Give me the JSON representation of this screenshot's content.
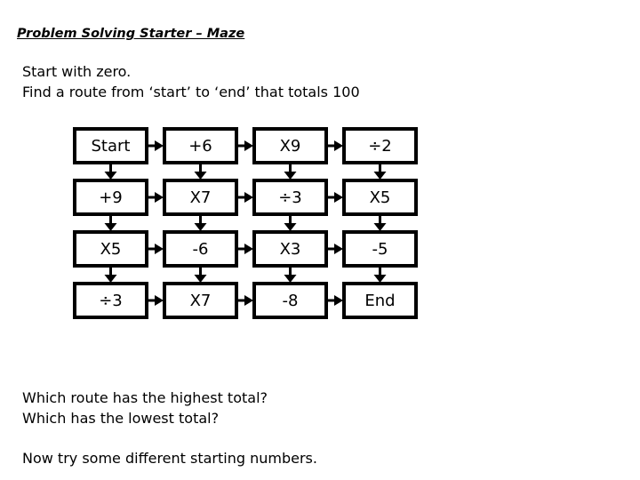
{
  "title": "Problem Solving Starter – Maze",
  "intro": {
    "line1": "Start with zero.",
    "line2": "Find a route from ‘start’ to ‘end’ that totals 100"
  },
  "grid": [
    [
      "Start",
      "+6",
      "X9",
      "÷2"
    ],
    [
      "+9",
      "X7",
      "÷3",
      "X5"
    ],
    [
      "X5",
      "-6",
      "X3",
      "-5"
    ],
    [
      "÷3",
      "X7",
      "-8",
      "End"
    ]
  ],
  "questions": {
    "q1": "Which route has the highest total?",
    "q2": "Which has the lowest total?",
    "q3": "Now try some different starting numbers."
  }
}
